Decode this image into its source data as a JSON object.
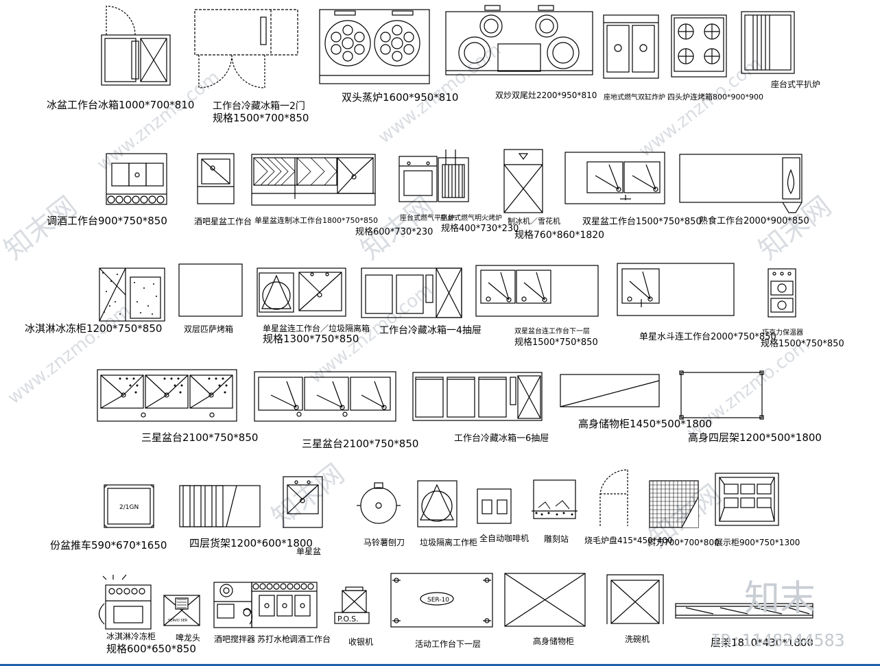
{
  "colors": {
    "line": "#000000",
    "watermark": "#d9dde2",
    "brand": "#c9ced4",
    "accent_bar": "#1f5fa8"
  },
  "watermark": {
    "site": "www.znzmo.com",
    "brand_cn": "知末网"
  },
  "brand": {
    "logo_text": "知末",
    "id_text": "ID:1148244583"
  },
  "labels": {
    "ice_sink_fridge": "冰盆工作台冰箱1000*700*810",
    "work_fridge_2door_a": "工作台冷藏冰箱一2门",
    "work_fridge_2door_b": "规格1500*700*850",
    "steamer": "双头蒸炉1600*950*810",
    "wok_range": "双炒双尾灶2200*950*810",
    "gas_grill": "座地式燃气双缸炸炉",
    "four_burner": "四头炉连烤箱800*900*900",
    "griddle": "座台式平扒炉",
    "bar_work": "调酒工作台900*750*850",
    "bar_sink": "酒吧星盆工作台",
    "single_sink_ice": "单星盆连制冰工作台1800*750*850",
    "countertop_griddle_a": "座台式燃气平扒炉",
    "countertop_griddle_b": "规格600*730*230",
    "lava_grill_a": "座台式燃气明火烤炉",
    "lava_grill_b": "规格400*730*230",
    "ice_machine_a": "制冰机／雪花机",
    "ice_machine_b": "规格760*860*1820",
    "double_sink": "双星盆工作台1500*750*850",
    "cooked_work": "熟食工作台2000*900*850",
    "ice_cream_freezer": "冰淇淋冰冻柜1200*750*850",
    "pizza_oven": "双层匹萨烤箱",
    "sink_scrap_a": "单星盆连工作台／垃圾隔离箱",
    "sink_scrap_b": "规格1300*750*850",
    "drawer_fridge_4": "工作台冷藏冰箱一4抽屉",
    "double_sink_shelf_a": "双星盆台连工作台下一层",
    "double_sink_shelf_b": "规格1500*750*850",
    "single_sink_work": "单星水斗连工作台2000*750*850",
    "choc_warmer_a": "巧克力保温器",
    "choc_warmer_b": "规格1500*750*850",
    "triple_sink_a": "三星盆台2100*750*850",
    "triple_sink_b": "三星盆台2100*750*850",
    "drawer_fridge_6": "工作台冷藏冰箱一6抽屉",
    "tall_cabinet": "高身储物柜1450*500*1800",
    "tall_rack": "高身四层架1200*500*1800",
    "pan_cart": "份盆推车590*670*1650",
    "four_shelf": "四层货架1200*600*1800",
    "single_sink": "单星盆",
    "potato_peeler": "马铃薯刨刀",
    "scrap_cabinet": "垃圾隔离工作柜",
    "coffee": "全自动咖啡机",
    "carving": "雕刻站",
    "cut_415": "烧毛炉盘415*450*400",
    "cut_700": "斜刀700*700*800",
    "display": "展示柜900*750*1300",
    "ice_cream_cabinet_a": "冰淇淋冷冻柜",
    "ice_cream_cabinet_b": "规格600*650*850",
    "beer_tap": "啤龙头",
    "blender": "酒吧搅拌器",
    "soda_gun": "苏打水枪",
    "bar_station": "调酒工作台",
    "pos": "收银机",
    "pos_box": "P.O.S.",
    "mobile_work": "活动工作台下一层",
    "tall_storage": "高身储物柜",
    "dishwasher": "洗碗机",
    "end_rack": "层架1810*430*1800",
    "pan_tag": "2/1GN",
    "ser_tag": "SER-10",
    "beer_tag": "SERVO SER"
  }
}
